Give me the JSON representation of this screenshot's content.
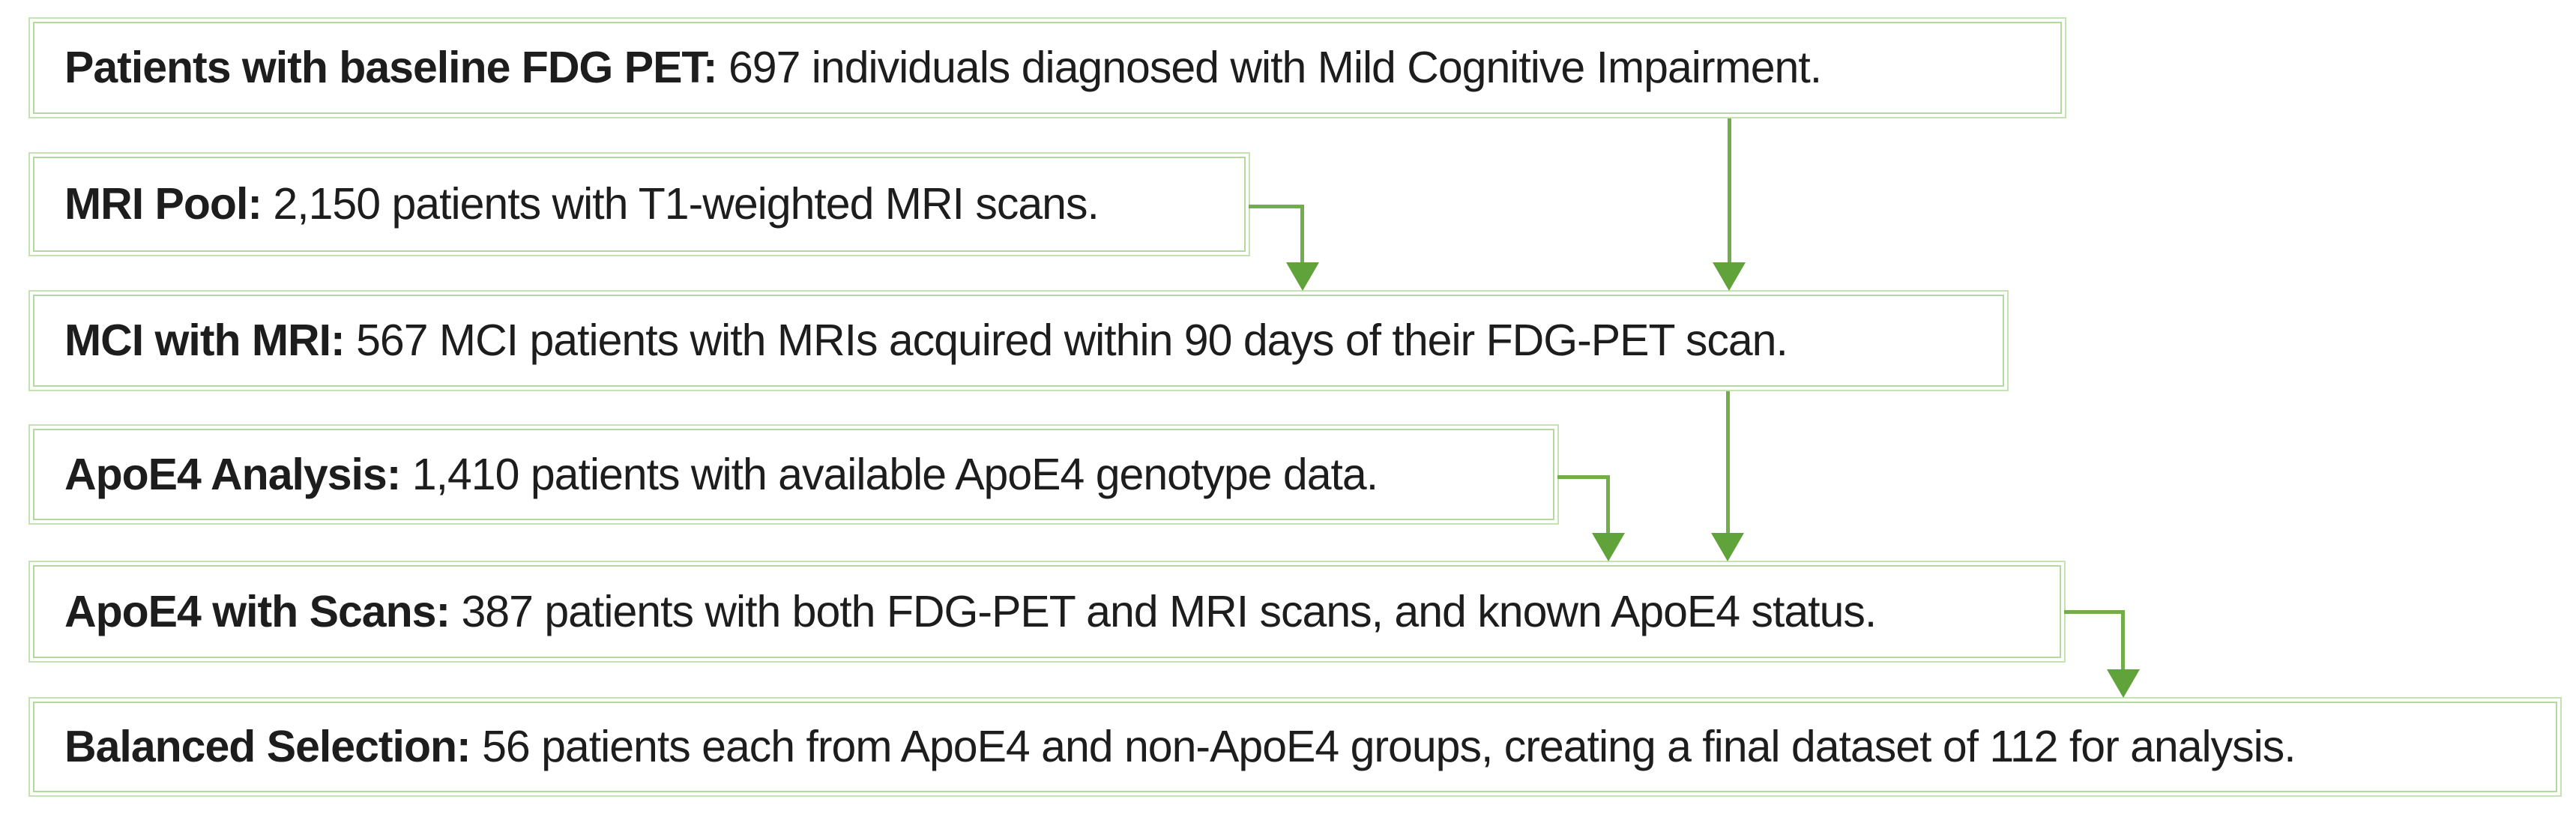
{
  "flowchart": {
    "boxes": [
      {
        "id": "baseline-fdg-pet",
        "label": "Patients with baseline FDG PET:",
        "text": " 697 individuals diagnosed with Mild Cognitive Impairment."
      },
      {
        "id": "mri-pool",
        "label": "MRI Pool:",
        "text": " 2,150 patients with T1-weighted MRI scans."
      },
      {
        "id": "mci-with-mri",
        "label": "MCI with MRI:",
        "text": " 567 MCI patients with MRIs acquired within 90 days of their FDG-PET scan."
      },
      {
        "id": "apoe4-analysis",
        "label": "ApoE4 Analysis:",
        "text": " 1,410 patients with available ApoE4 genotype data."
      },
      {
        "id": "apoe4-with-scans",
        "label": "ApoE4 with Scans:",
        "text": " 387 patients with both FDG-PET and MRI scans, and known ApoE4 status."
      },
      {
        "id": "balanced-selection",
        "label": "Balanced Selection:",
        "text": " 56 patients each from ApoE4 and non-ApoE4 groups, creating a final dataset of 112 for analysis."
      }
    ],
    "connections": [
      {
        "from": "baseline-fdg-pet",
        "to": "mci-with-mri",
        "type": "straight-down"
      },
      {
        "from": "mri-pool",
        "to": "mci-with-mri",
        "type": "elbow-right-down"
      },
      {
        "from": "mci-with-mri",
        "to": "apoe4-with-scans",
        "type": "straight-down"
      },
      {
        "from": "apoe4-analysis",
        "to": "apoe4-with-scans",
        "type": "elbow-right-down"
      },
      {
        "from": "apoe4-with-scans",
        "to": "balanced-selection",
        "type": "elbow-right-down"
      }
    ]
  },
  "colors": {
    "box_border_outer": "#c5e2b3",
    "box_border_inner": "#b5d8a0",
    "arrow": "#71ad49",
    "arrowhead": "#60a33a",
    "text": "#1d1d1d",
    "background": "#ffffff"
  }
}
